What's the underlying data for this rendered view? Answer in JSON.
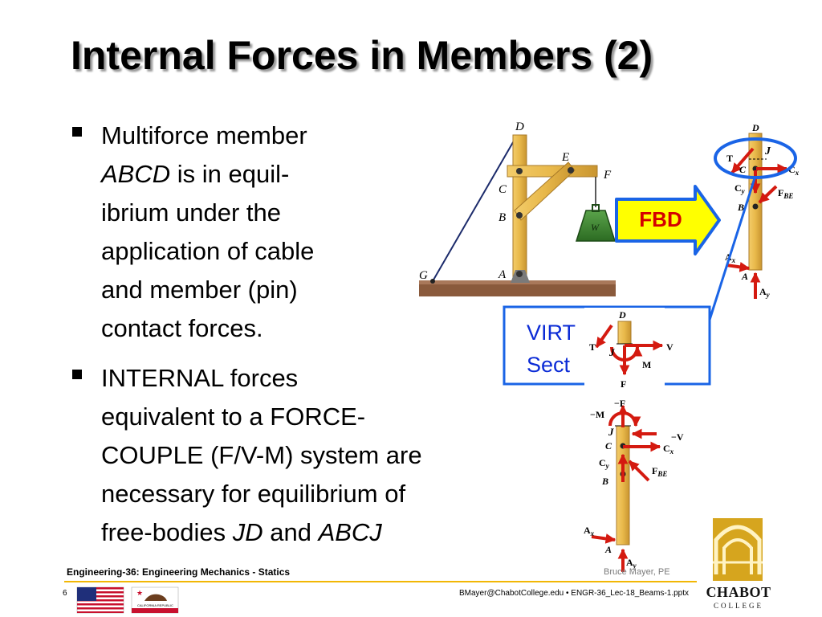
{
  "slide": {
    "title": "Internal Forces in Members (2)",
    "bullets": [
      {
        "lines": [
          [
            {
              "t": "Multiforce member"
            }
          ],
          [
            {
              "t": "ABCD",
              "i": true
            },
            {
              "t": " is in equil-"
            }
          ],
          [
            {
              "t": "ibrium under the"
            }
          ],
          [
            {
              "t": "application of cable"
            }
          ],
          [
            {
              "t": "and member (pin)"
            }
          ],
          [
            {
              "t": "contact forces."
            }
          ]
        ]
      },
      {
        "lines": [
          [
            {
              "t": "INTERNAL forces"
            }
          ],
          [
            {
              "t": "equivalent to a FORCE-"
            }
          ],
          [
            {
              "t": "COUPLE (F/V-M) system are"
            }
          ],
          [
            {
              "t": "necessary for equilibrium of"
            }
          ],
          [
            {
              "t": "free-bodies "
            },
            {
              "t": "JD",
              "i": true
            },
            {
              "t": " and "
            },
            {
              "t": "ABCJ",
              "i": true
            }
          ]
        ]
      }
    ],
    "callout": {
      "fbd": "FBD",
      "virtual_line1": "VIRT",
      "virtual_line2": "Sect"
    },
    "structure_labels": {
      "D": "D",
      "E": "E",
      "C": "C",
      "F": "F",
      "B": "B",
      "G": "G",
      "A": "A",
      "W": "W"
    },
    "fbd_labels": {
      "D": "D",
      "J": "J",
      "T": "T",
      "C": "C",
      "Cx": "C",
      "Cx_sub": "x",
      "Cy": "C",
      "Cy_sub": "y",
      "FBE": "F",
      "FBE_sub": "BE",
      "B": "B",
      "Ax": "A",
      "Ax_sub": "x",
      "A": "A",
      "Ay": "A",
      "Ay_sub": "y"
    },
    "jd_labels": {
      "D": "D",
      "T": "T",
      "J": "J",
      "V": "V",
      "M": "M",
      "F": "F"
    },
    "abcj_labels": {
      "negF": "−F",
      "negM": "−M",
      "J": "J",
      "C": "C",
      "negV": "−V",
      "Cx": "C",
      "Cx_sub": "x",
      "Cy": "C",
      "Cy_sub": "y",
      "FBE": "F",
      "FBE_sub": "BE",
      "B": "B",
      "Ax": "A",
      "Ax_sub": "x",
      "A": "A",
      "Ay": "A",
      "Ay_sub": "y"
    },
    "footer": {
      "course": "Engineering-36: Engineering Mechanics - Statics",
      "page_number": "6",
      "contact": "BMayer@ChabotCollege.edu  •  ENGR-36_Lec-18_Beams-1.pptx",
      "author": "Bruce Mayer, PE",
      "logo_name": "CHABOT",
      "logo_sub": "COLLEGE",
      "flag_state_text": "CALIFORNIA REPUBLIC"
    },
    "colors": {
      "wood": "#e8b84a",
      "force": "#d41a10",
      "callout_blue": "#1a64e6",
      "fbd_fill": "#ffff00",
      "footer_rule": "#f2b705"
    }
  }
}
